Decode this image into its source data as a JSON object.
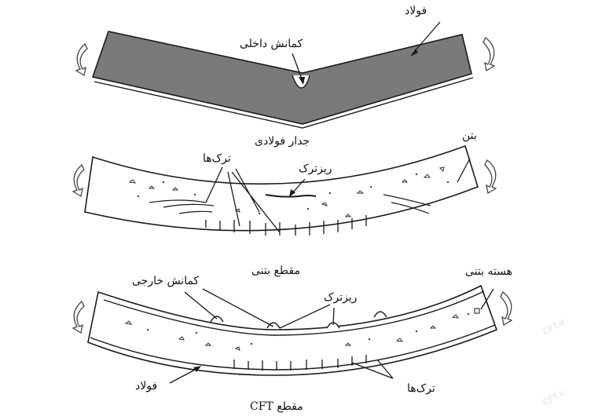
{
  "panels": [
    {
      "id": "steel-section",
      "labels": {
        "steel": "فولاد",
        "inner_buckling": "کمانش داخلی"
      }
    },
    {
      "id": "concrete-section",
      "caption": "مقطع بتنی",
      "labels": {
        "steel_wall": "جدار فولادی",
        "concrete": "بتن",
        "cracks": "ترک‌ها",
        "micro_crack": "ریزترک"
      }
    },
    {
      "id": "cft-section",
      "caption": "مقطع CFT",
      "labels": {
        "outer_buckling": "کمانش خارجی",
        "concrete_core": "هسته بتنی",
        "micro_crack": "ریزترک",
        "steel": "فولاد",
        "cracks": "ترک‌ها"
      }
    }
  ],
  "watermark": "CFT.ir",
  "icons": [
    "rotation-arrow-icon"
  ],
  "colors": {
    "steel_fill": "#7a7a7a",
    "line": "#1a1a1a",
    "background": "#ffffff"
  }
}
